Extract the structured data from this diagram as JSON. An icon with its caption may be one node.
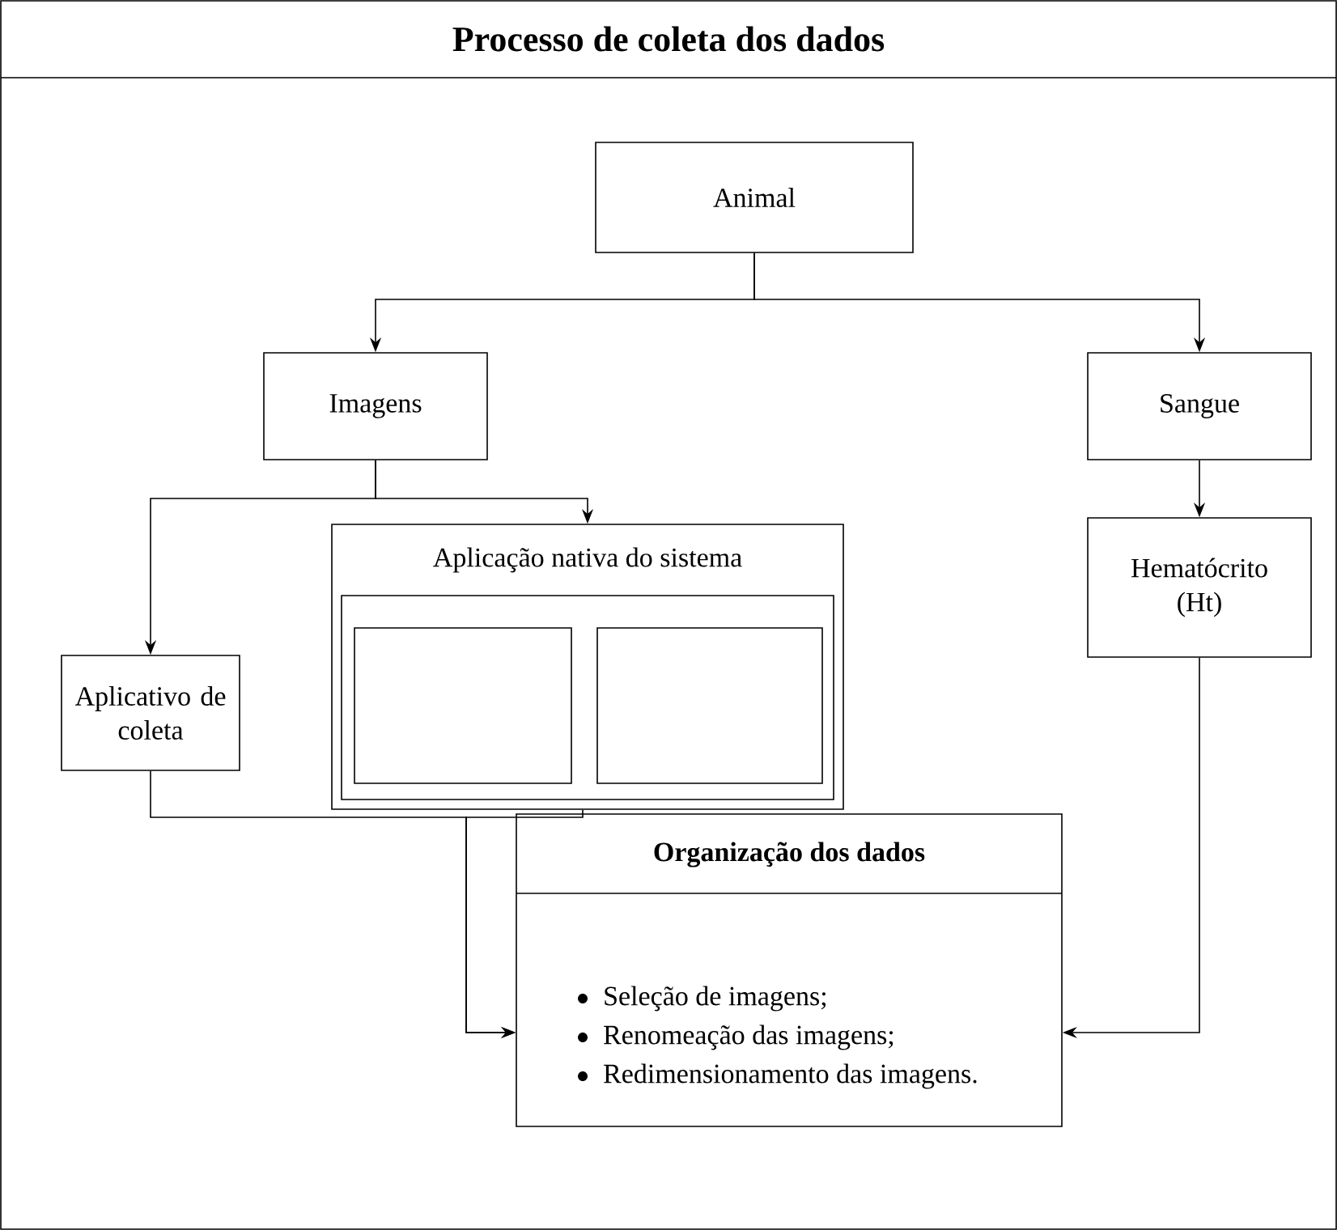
{
  "diagram": {
    "title": "Processo de coleta dos dados",
    "nodes": [
      {
        "text": [
          "Animal"
        ]
      },
      {
        "text": [
          "Imagens"
        ]
      },
      {
        "text": [
          "Sangue"
        ]
      },
      {
        "text": [
          "Aplicativo de coleta"
        ]
      },
      {
        "text": [
          "Aplicação nativa do sistema"
        ]
      },
      {
        "text": [],
        "shape": "box",
        "in": 4
      },
      {
        "text": [],
        "shape": "box",
        "in": 4
      },
      {
        "text": [
          "Hematócrito (Ht)"
        ]
      },
      {
        "text": [
          "Organização dos dados",
          "Seleção de imagens;",
          "Renomeação das imagens;",
          "Redimensionamento das imagens."
        ]
      }
    ],
    "edges": [
      {
        "from": 0,
        "to": 1,
        "arrow": "to"
      },
      {
        "from": 0,
        "to": 2,
        "arrow": "to"
      },
      {
        "from": 1,
        "to": 3,
        "arrow": "to"
      },
      {
        "from": 1,
        "to": 4,
        "arrow": "to"
      },
      {
        "from": 2,
        "to": 7,
        "arrow": "to"
      },
      {
        "from": 3,
        "to": 8,
        "arrow": "to"
      },
      {
        "from": 4,
        "to": 8,
        "arrow": "to"
      },
      {
        "from": 7,
        "to": 8,
        "arrow": "to"
      }
    ]
  }
}
